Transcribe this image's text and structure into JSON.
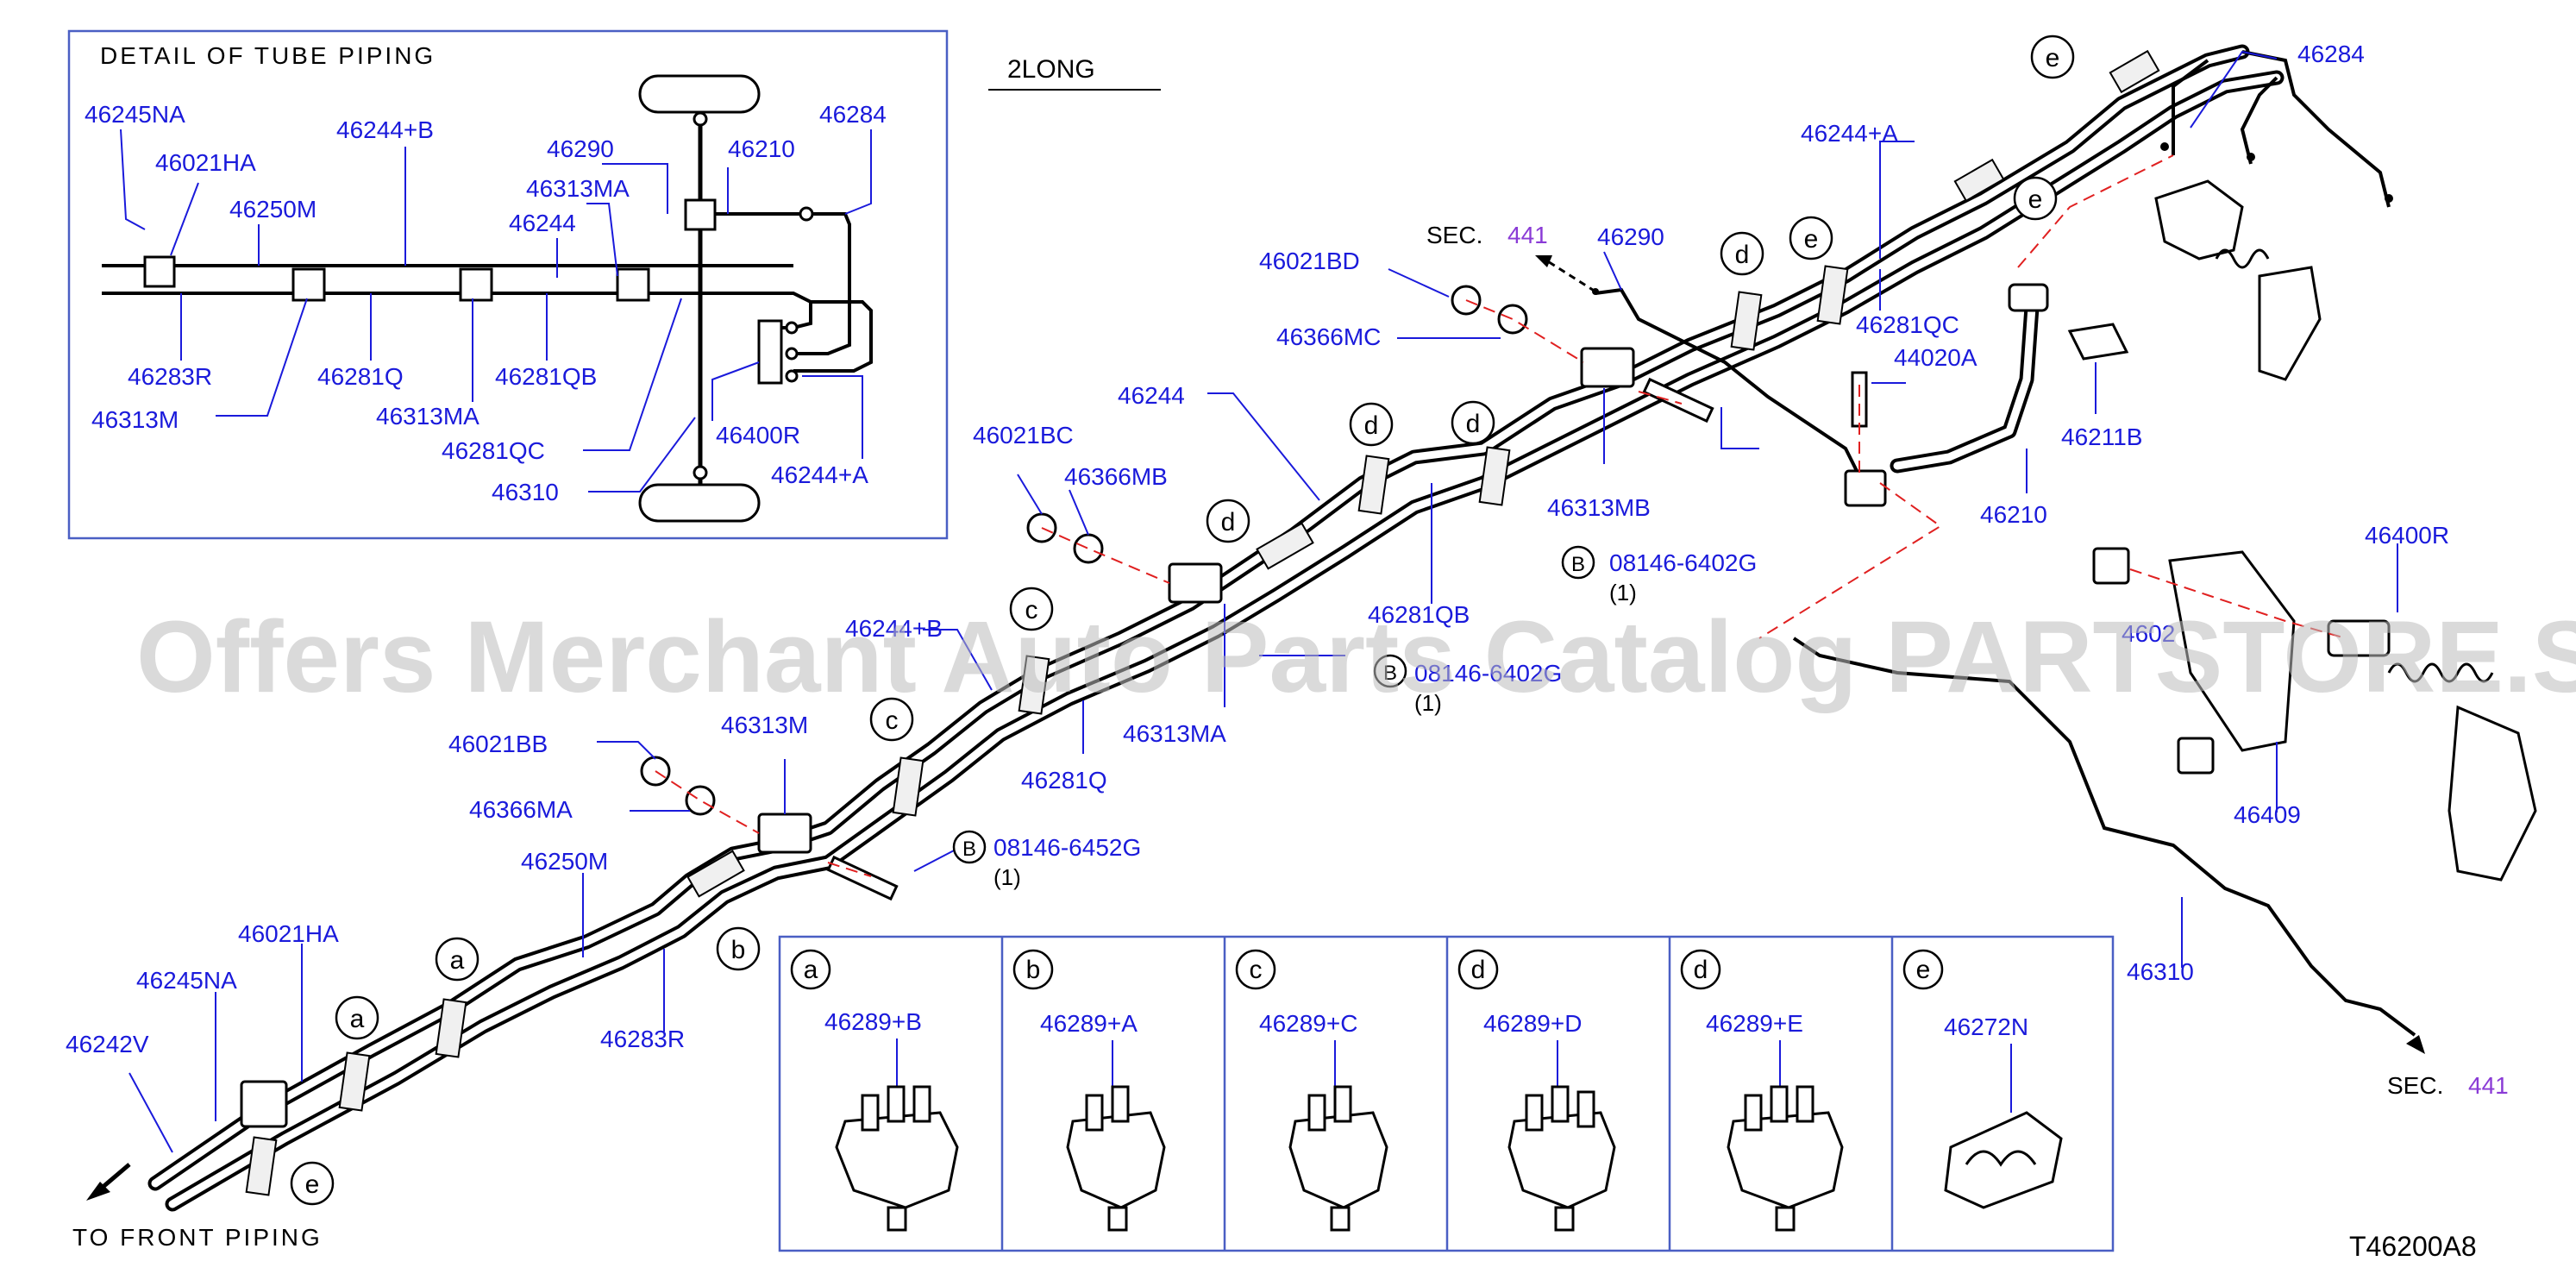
{
  "detail_box": {
    "title": "DETAIL OF TUBE PIPING",
    "labels": [
      "46245NA",
      "46021HA",
      "46244+B",
      "46290",
      "46284",
      "46250M",
      "46313MA",
      "46210",
      "46244",
      "46283R",
      "46281Q",
      "46281QB",
      "46313M",
      "46313MA",
      "46281QC",
      "46400R",
      "46310",
      "46244+A"
    ]
  },
  "variant_label": "2LONG",
  "sec_top": {
    "prefix": "SEC.",
    "number": "441"
  },
  "sec_bottom": {
    "prefix": "SEC.",
    "number": "441"
  },
  "front_piping_label": "TO FRONT PIPING",
  "drawing_code": "T46200A8",
  "watermark": "Offers Merchant Auto Parts Catalog PARTSTORE.SA",
  "main_labels": {
    "p46284": "46284",
    "p46244A": "46244+A",
    "p46290": "46290",
    "p46021BD": "46021BD",
    "p46366MC": "46366MC",
    "p46281QC": "46281QC",
    "p44020A": "44020A",
    "p46211B": "46211B",
    "p46244": "46244",
    "p46313MB": "46313MB",
    "p46210": "46210",
    "p46400R": "46400R",
    "p46021BC": "46021BC",
    "p46366MB": "46366MB",
    "p08146_6402G": "08146-6402G",
    "p08146_6402G_qty": "(1)",
    "p46281QB": "46281QB",
    "p46244B": "46244+B",
    "p46313MA": "46313MA",
    "p08146_b2": "08146-6402G",
    "p08146_b2_qty": "(1)",
    "p46281Q": "46281Q",
    "p46021BB": "46021BB",
    "p46313M": "46313M",
    "p46366MA": "46366MA",
    "p08146_6452G": "08146-6452G",
    "p08146_6452G_qty": "(1)",
    "p46250M": "46250M",
    "p46021HA": "46021HA",
    "p46245NA": "46245NA",
    "p46242V": "46242V",
    "p46283R": "46283R",
    "p46409": "46409",
    "p46310": "46310",
    "p4602x": "4602"
  },
  "bolt_marker": "B",
  "clip_table": [
    {
      "letter": "a",
      "part": "46289+B"
    },
    {
      "letter": "b",
      "part": "46289+A"
    },
    {
      "letter": "c",
      "part": "46289+C"
    },
    {
      "letter": "d",
      "part": "46289+D"
    },
    {
      "letter": "d",
      "part": "46289+E"
    },
    {
      "letter": "e",
      "part": "46272N"
    }
  ],
  "callout_letters": [
    "a",
    "a",
    "b",
    "c",
    "c",
    "d",
    "d",
    "d",
    "d",
    "e",
    "e",
    "e",
    "e"
  ]
}
